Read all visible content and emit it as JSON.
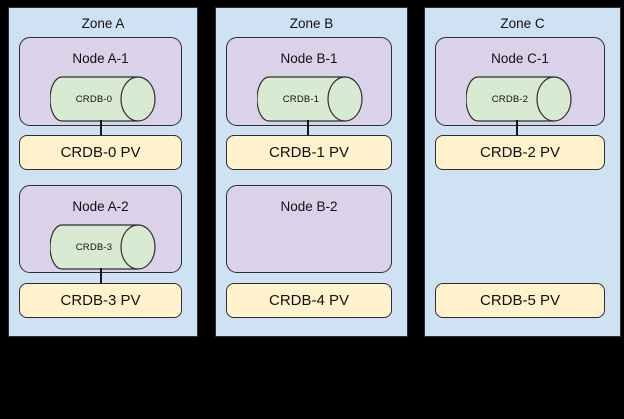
{
  "diagram": {
    "zones": [
      {
        "title": "Zone A",
        "nodes": [
          {
            "title": "Node A-1",
            "cylinder_label": "CRDB-0",
            "pv_label": "CRDB-0 PV",
            "connected": true
          },
          {
            "title": "Node A-2",
            "cylinder_label": "CRDB-3",
            "pv_label": "CRDB-3 PV",
            "connected": true
          }
        ]
      },
      {
        "title": "Zone B",
        "nodes": [
          {
            "title": "Node B-1",
            "cylinder_label": "CRDB-1",
            "pv_label": "CRDB-1 PV",
            "connected": true
          },
          {
            "title": "Node B-2",
            "cylinder_label": null,
            "pv_label": "CRDB-4 PV",
            "connected": false
          }
        ]
      },
      {
        "title": "Zone C",
        "nodes": [
          {
            "title": "Node C-1",
            "cylinder_label": "CRDB-2",
            "pv_label": "CRDB-2 PV",
            "connected": true
          },
          {
            "title": null,
            "cylinder_label": null,
            "pv_label": "CRDB-5 PV",
            "connected": false
          }
        ]
      }
    ],
    "colors": {
      "canvas_background": "#000000",
      "zone_fill": "#cfe2f3",
      "node_fill": "#d9d2e9",
      "cylinder_fill": "#d9ead3",
      "pv_fill": "#fff2cc",
      "outline": "#2e2e2e"
    }
  }
}
